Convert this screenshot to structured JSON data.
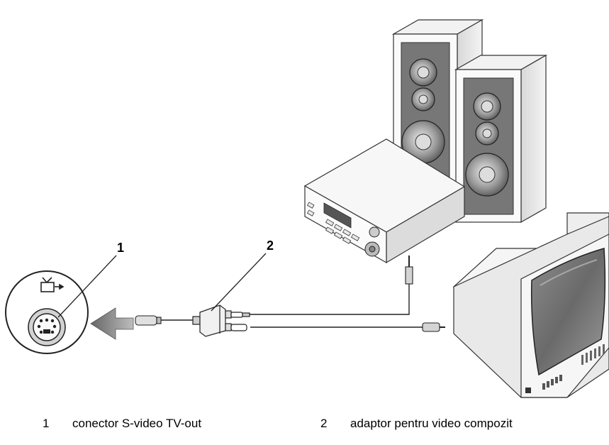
{
  "callouts": [
    {
      "number": "1"
    },
    {
      "number": "2"
    }
  ],
  "legend": [
    {
      "number": "1",
      "text": "conector S-video TV-out"
    },
    {
      "number": "2",
      "text": "adaptor pentru video compozit"
    }
  ],
  "icons": [
    "tv-out-icon",
    "arrow-icon",
    "s-video-connector-icon",
    "adapter-icon",
    "speaker-icon",
    "receiver-icon",
    "television-icon"
  ]
}
